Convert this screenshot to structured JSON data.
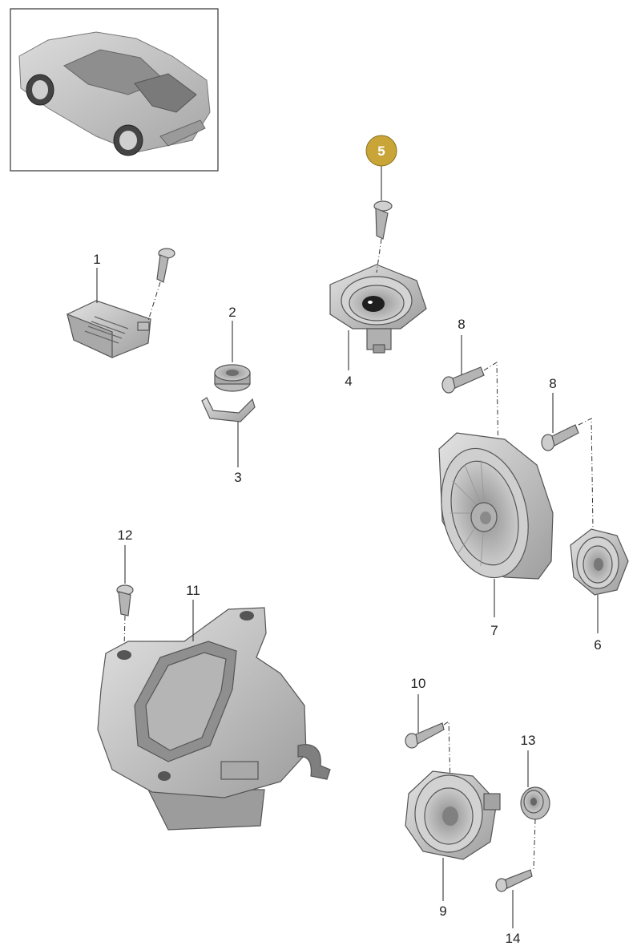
{
  "callouts": [
    {
      "id": "1",
      "label": "1"
    },
    {
      "id": "2",
      "label": "2"
    },
    {
      "id": "3",
      "label": "3"
    },
    {
      "id": "4",
      "label": "4"
    },
    {
      "id": "5",
      "label": "5",
      "highlighted": true
    },
    {
      "id": "6",
      "label": "6"
    },
    {
      "id": "7",
      "label": "7"
    },
    {
      "id": "8a",
      "label": "8"
    },
    {
      "id": "8b",
      "label": "8"
    },
    {
      "id": "9",
      "label": "9"
    },
    {
      "id": "10",
      "label": "10"
    },
    {
      "id": "11",
      "label": "11"
    },
    {
      "id": "12",
      "label": "12"
    },
    {
      "id": "13",
      "label": "13"
    },
    {
      "id": "14",
      "label": "14"
    }
  ],
  "colors": {
    "highlight": "#c9a437",
    "part_fill": "#c9c9c9",
    "part_dark": "#8a8a8a",
    "car_fill": "#bdbdbd"
  }
}
